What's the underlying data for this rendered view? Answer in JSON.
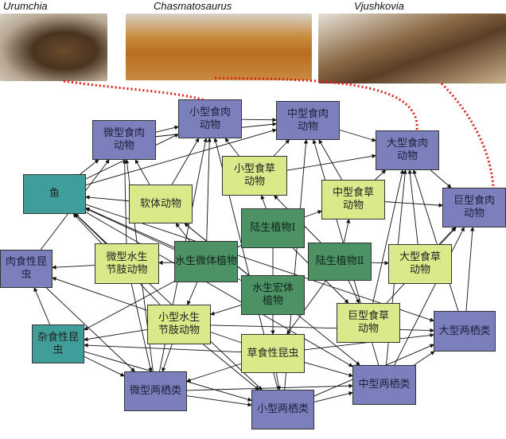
{
  "photos": [
    {
      "label": "Urumchia"
    },
    {
      "label": "Chasmatosaurus"
    },
    {
      "label": "Vjushkovia"
    }
  ],
  "colors": {
    "carnivore": "#7b80bd",
    "fish": "#3f9e99",
    "herbivore": "#dbe98a",
    "plant": "#4d9265",
    "link": "#e0201c"
  },
  "nodes": {
    "small_carn": "小型食肉\n动物",
    "micro_carn": "微型食肉\n动物",
    "mid_carn": "中型食肉\n动物",
    "large_carn": "大型食肉\n动物",
    "giant_carn": "巨型食肉\n动物",
    "fish": "鱼",
    "mollusc": "软体动物",
    "small_herb": "小型食草\n动物",
    "mid_herb": "中型食草\n动物",
    "land_plant1": "陆生植物Ⅰ",
    "land_plant2": "陆生植物Ⅱ",
    "aq_micro_plant": "水生微体植物",
    "micro_aq_arth": "微型水生\n节肢动物",
    "carn_insect": "肉食性昆虫",
    "large_herb": "大型食草\n动物",
    "aq_macro_plant": "水生宏体\n植物",
    "small_aq_arth": "小型水生\n节肢动物",
    "giant_herb": "巨型食草\n动物",
    "omni_insect": "杂食性昆虫",
    "large_amph": "大型两栖类",
    "herb_insect": "草食性昆虫",
    "mid_amph": "中型两栖类",
    "micro_amph": "微型两栖类",
    "small_amph": "小型两栖类"
  },
  "edges": [
    [
      "small_carn",
      "micro_carn"
    ],
    [
      "mid_carn",
      "small_carn"
    ],
    [
      "large_carn",
      "mid_carn"
    ],
    [
      "giant_carn",
      "large_carn"
    ],
    [
      "micro_carn",
      "fish"
    ],
    [
      "micro_carn",
      "mollusc"
    ],
    [
      "micro_carn",
      "micro_aq_arth"
    ],
    [
      "micro_carn",
      "carn_insect"
    ],
    [
      "small_carn",
      "small_herb"
    ],
    [
      "small_carn",
      "mollusc"
    ],
    [
      "small_carn",
      "fish"
    ],
    [
      "small_carn",
      "aq_micro_plant"
    ],
    [
      "mid_carn",
      "small_herb"
    ],
    [
      "mid_carn",
      "mid_herb"
    ],
    [
      "mid_carn",
      "fish"
    ],
    [
      "mid_carn",
      "micro_carn"
    ],
    [
      "large_carn",
      "mid_herb"
    ],
    [
      "large_carn",
      "small_herb"
    ],
    [
      "large_carn",
      "large_herb"
    ],
    [
      "large_carn",
      "giant_herb"
    ],
    [
      "giant_carn",
      "large_herb"
    ],
    [
      "giant_carn",
      "mid_herb"
    ],
    [
      "giant_carn",
      "large_amph"
    ],
    [
      "giant_carn",
      "giant_herb"
    ],
    [
      "fish",
      "micro_aq_arth"
    ],
    [
      "fish",
      "small_aq_arth"
    ],
    [
      "fish",
      "aq_micro_plant"
    ],
    [
      "fish",
      "mollusc"
    ],
    [
      "fish",
      "aq_macro_plant"
    ],
    [
      "mollusc",
      "aq_micro_plant"
    ],
    [
      "mollusc",
      "aq_macro_plant"
    ],
    [
      "small_herb",
      "land_plant1"
    ],
    [
      "small_herb",
      "land_plant2"
    ],
    [
      "mid_herb",
      "land_plant1"
    ],
    [
      "mid_herb",
      "land_plant2"
    ],
    [
      "large_herb",
      "land_plant2"
    ],
    [
      "giant_herb",
      "land_plant2"
    ],
    [
      "giant_herb",
      "land_plant1"
    ],
    [
      "micro_aq_arth",
      "aq_micro_plant"
    ],
    [
      "small_aq_arth",
      "aq_micro_plant"
    ],
    [
      "small_aq_arth",
      "aq_macro_plant"
    ],
    [
      "carn_insect",
      "omni_insect"
    ],
    [
      "carn_insect",
      "herb_insect"
    ],
    [
      "carn_insect",
      "micro_aq_arth"
    ],
    [
      "omni_insect",
      "land_plant1"
    ],
    [
      "omni_insect",
      "herb_insect"
    ],
    [
      "omni_insect",
      "small_aq_arth"
    ],
    [
      "herb_insect",
      "land_plant1"
    ],
    [
      "herb_insect",
      "land_plant2"
    ],
    [
      "micro_amph",
      "small_aq_arth"
    ],
    [
      "micro_amph",
      "carn_insect"
    ],
    [
      "micro_amph",
      "omni_insect"
    ],
    [
      "micro_amph",
      "herb_insect"
    ],
    [
      "micro_amph",
      "micro_aq_arth"
    ],
    [
      "small_amph",
      "micro_amph"
    ],
    [
      "small_amph",
      "herb_insect"
    ],
    [
      "small_amph",
      "small_aq_arth"
    ],
    [
      "small_amph",
      "fish"
    ],
    [
      "small_amph",
      "omni_insect"
    ],
    [
      "mid_amph",
      "small_amph"
    ],
    [
      "mid_amph",
      "herb_insect"
    ],
    [
      "mid_amph",
      "fish"
    ],
    [
      "mid_amph",
      "mollusc"
    ],
    [
      "mid_amph",
      "micro_amph"
    ],
    [
      "large_amph",
      "mid_amph"
    ],
    [
      "large_amph",
      "small_amph"
    ],
    [
      "large_amph",
      "fish"
    ],
    [
      "large_amph",
      "herb_insect"
    ],
    [
      "large_amph",
      "small_aq_arth"
    ],
    [
      "large_carn",
      "large_amph"
    ],
    [
      "mid_carn",
      "mid_amph"
    ],
    [
      "small_carn",
      "small_amph"
    ],
    [
      "micro_carn",
      "micro_amph"
    ],
    [
      "giant_carn",
      "mid_amph"
    ],
    [
      "large_carn",
      "mid_amph"
    ],
    [
      "small_carn",
      "micro_amph"
    ],
    [
      "mid_carn",
      "small_amph"
    ]
  ]
}
